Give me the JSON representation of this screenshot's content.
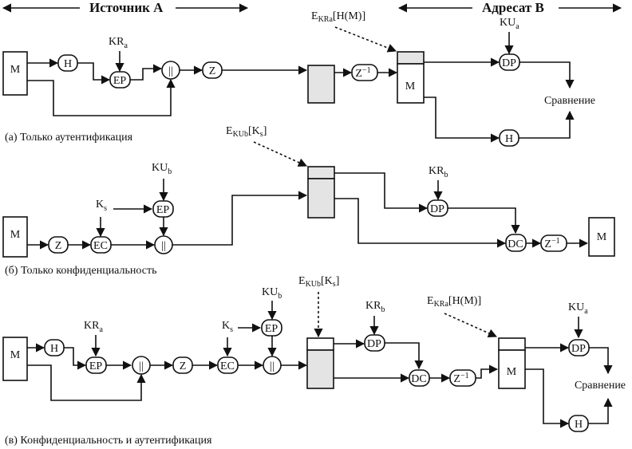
{
  "header": {
    "source_label": "Источник A",
    "dest_label": "Адресат B"
  },
  "diagram_a": {
    "caption": "(а) Только аутентификация",
    "message": "M",
    "hash": "H",
    "encrypt_private": "EP",
    "concat": "||",
    "compress": "Z",
    "decompress": "Z",
    "decompress_sup": "−1",
    "key_sender_private": {
      "base": "KR",
      "sub": "a"
    },
    "key_sender_public": {
      "base": "KU",
      "sub": "a"
    },
    "packet_annotation": {
      "base": "E",
      "sub": "KRa",
      "rest": "[H(M)]"
    },
    "received_message": "M",
    "decrypt_private": "DP",
    "hash_receiver": "H",
    "compare": "Сравнение"
  },
  "diagram_b": {
    "caption": "(б) Только конфиденциальность",
    "message": "M",
    "compress": "Z",
    "encrypt_conventional": "EC",
    "encrypt_private": "EP",
    "concat": "||",
    "session_key": {
      "base": "K",
      "sub": "s"
    },
    "key_receiver_public": {
      "base": "KU",
      "sub": "b"
    },
    "key_receiver_private": {
      "base": "KR",
      "sub": "b"
    },
    "packet_annotation": {
      "base": "E",
      "sub": "KUb",
      "rest": "[K",
      "rest_sub": "s",
      "close": "]"
    },
    "decrypt_private": "DP",
    "decrypt_conventional": "DC",
    "decompress": "Z",
    "decompress_sup": "−1",
    "output_message": "M"
  },
  "diagram_c": {
    "caption": "(в) Конфиденциальность и аутентификация",
    "message": "M",
    "hash": "H",
    "encrypt_private_1": "EP",
    "concat_1": "||",
    "compress": "Z",
    "encrypt_conventional": "EC",
    "encrypt_private_2": "EP",
    "concat_2": "||",
    "key_sender_private": {
      "base": "KR",
      "sub": "a"
    },
    "session_key": {
      "base": "K",
      "sub": "s"
    },
    "key_receiver_public": {
      "base": "KU",
      "sub": "b"
    },
    "key_receiver_private": {
      "base": "KR",
      "sub": "b"
    },
    "key_sender_public": {
      "base": "KU",
      "sub": "a"
    },
    "packet_annotation_1": {
      "base": "E",
      "sub": "KUb",
      "rest": "[K",
      "rest_sub": "s",
      "close": "]"
    },
    "packet_annotation_2": {
      "base": "E",
      "sub": "KRa",
      "rest": "[H(M)]"
    },
    "decrypt_private_1": "DP",
    "decrypt_conventional": "DC",
    "decompress": "Z",
    "decompress_sup": "−1",
    "received_message": "M",
    "decrypt_private_2": "DP",
    "hash_receiver": "H",
    "compare": "Сравнение"
  }
}
